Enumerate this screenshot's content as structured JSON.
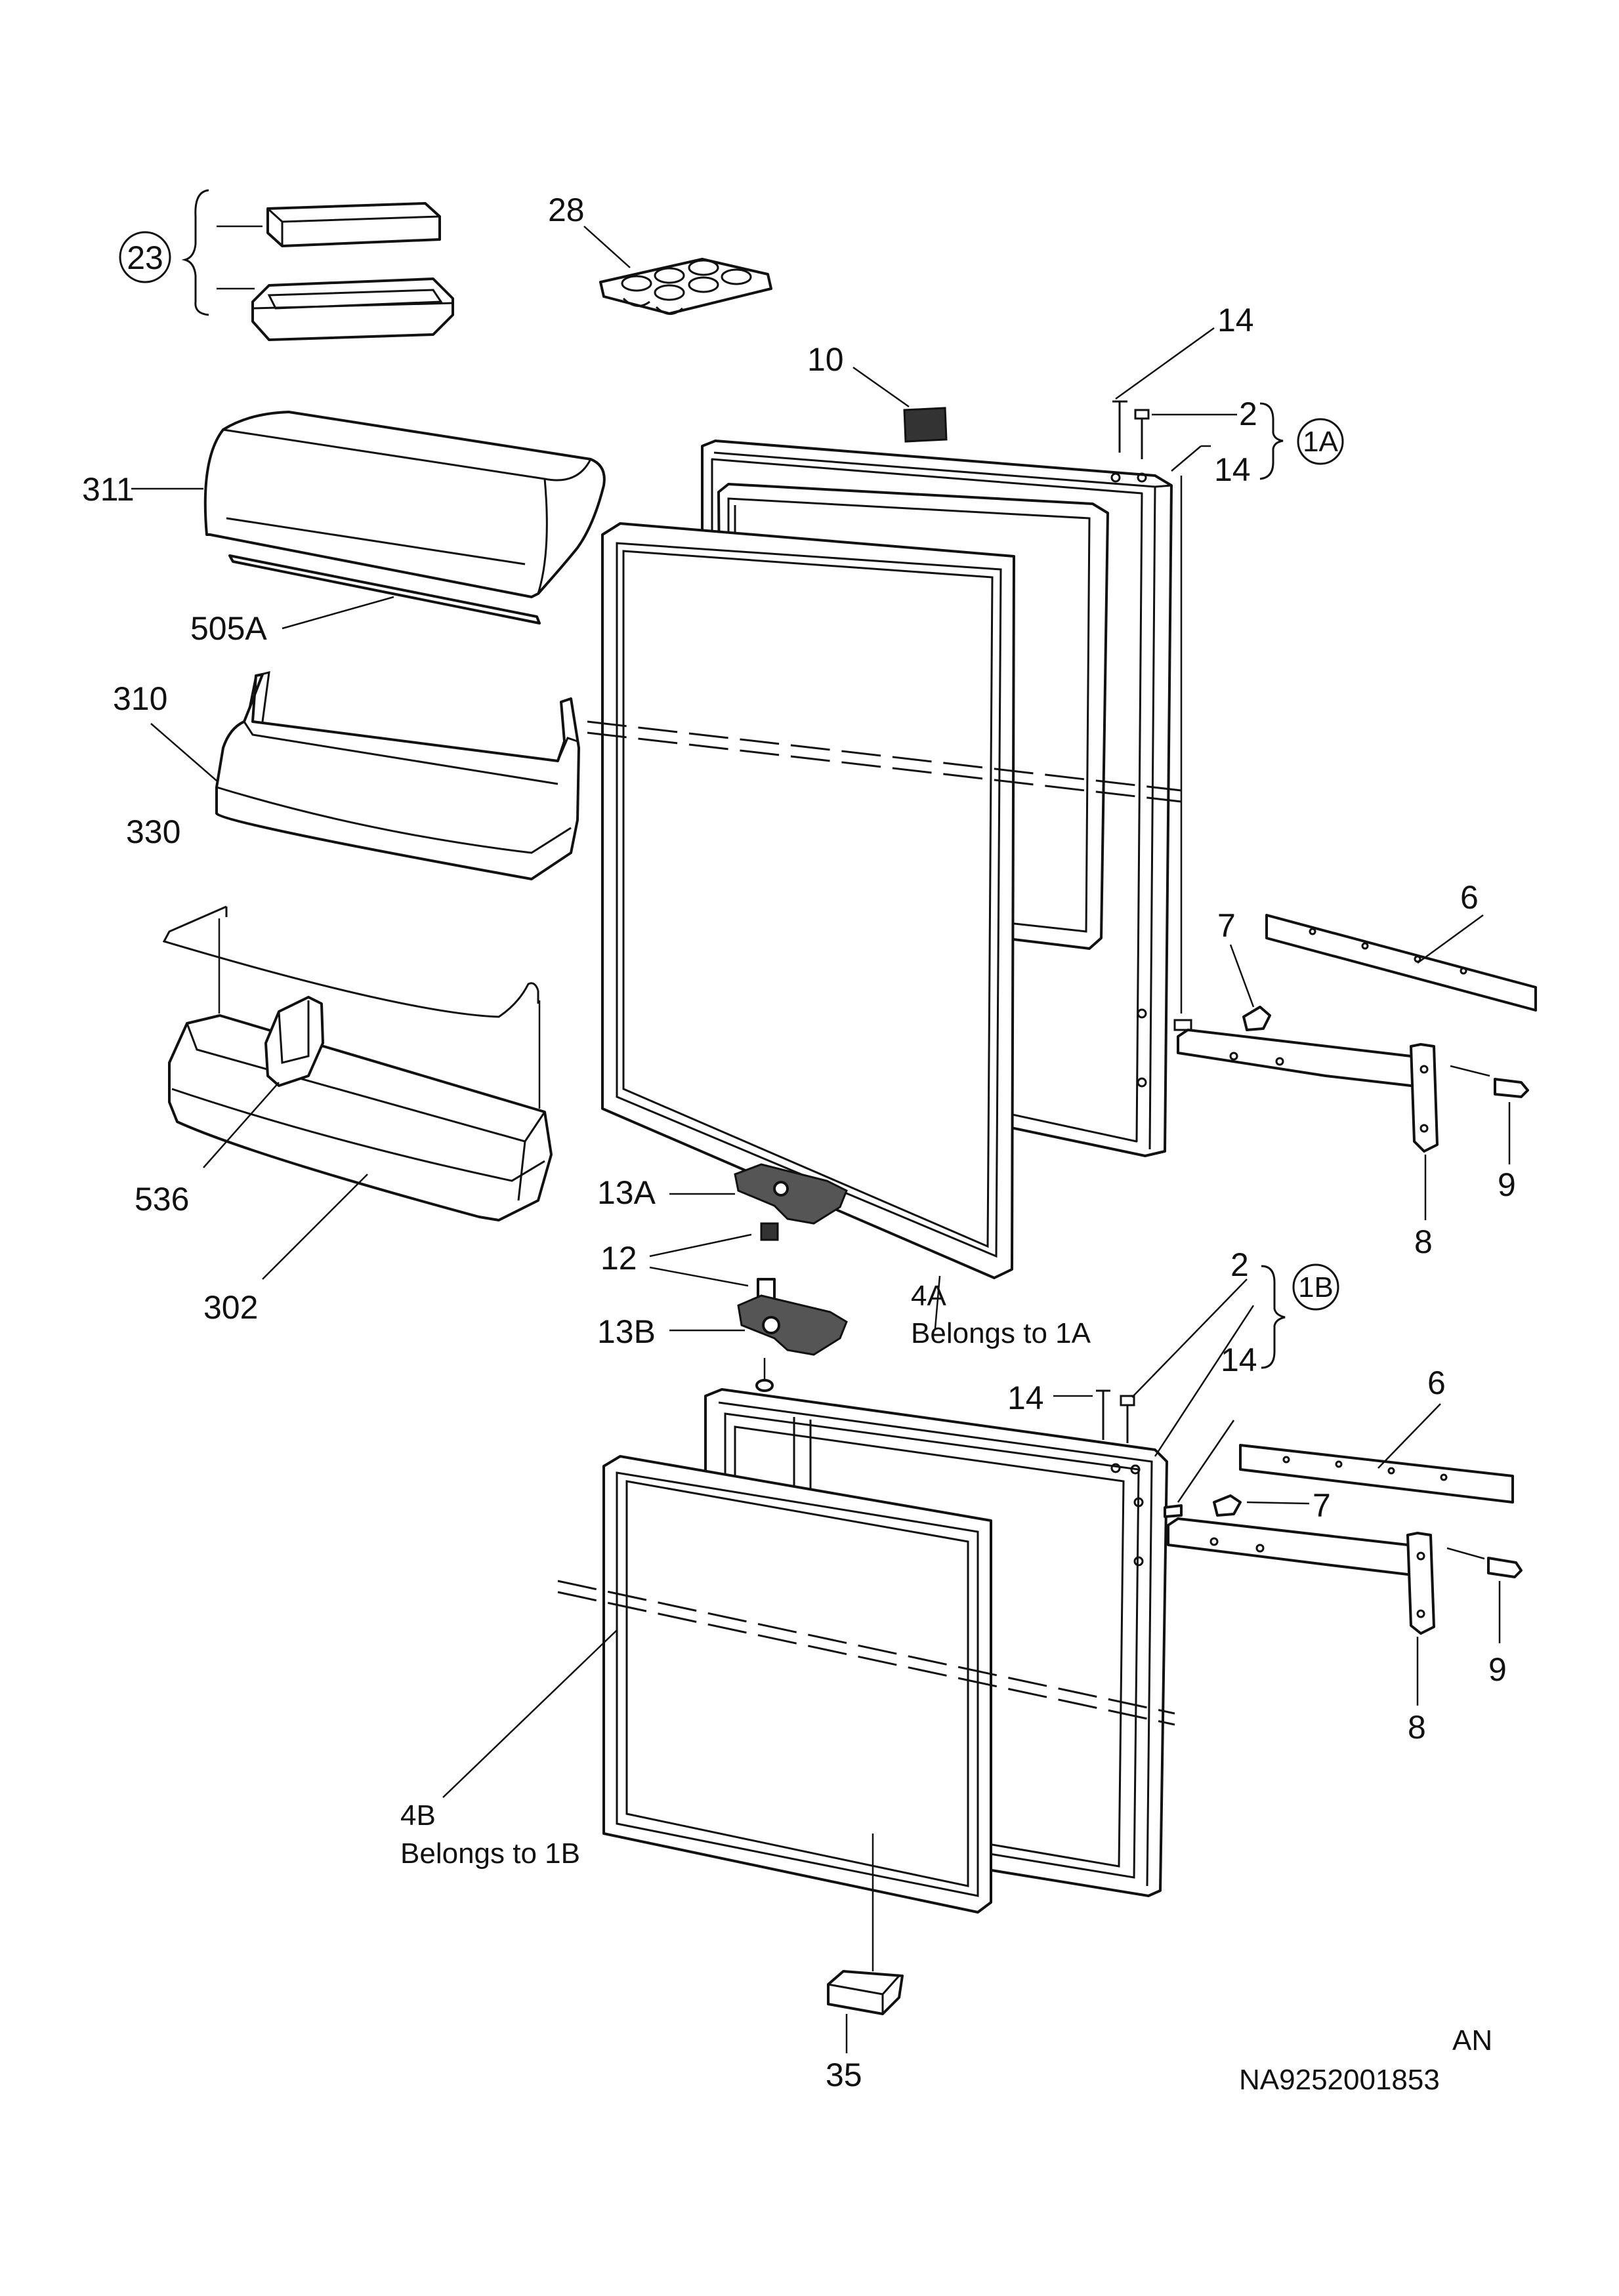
{
  "labels": {
    "p23": "23",
    "p28": "28",
    "p10": "10",
    "p14_top": "14",
    "p2_top": "2",
    "p14_top2": "14",
    "g1A": "1A",
    "p311": "311",
    "p505A": "505A",
    "p310": "310",
    "p330": "330",
    "p536": "536",
    "p302": "302",
    "p6_top": "6",
    "p7_top": "7",
    "p9_top": "9",
    "p8_top": "8",
    "p13A": "13A",
    "p12": "12",
    "p13B": "13B",
    "p4A": "4A",
    "p4A_note": "Belongs to 1A",
    "p2_bot": "2",
    "g1B": "1B",
    "p14_bot": "14",
    "p14_bot2": "14",
    "p6_bot": "6",
    "p7_bot": "7",
    "p9_bot": "9",
    "p8_bot": "8",
    "p4B": "4B",
    "p4B_note": "Belongs to 1B",
    "p35": "35",
    "lang": "AN",
    "doc_number": "NA9252001853"
  }
}
